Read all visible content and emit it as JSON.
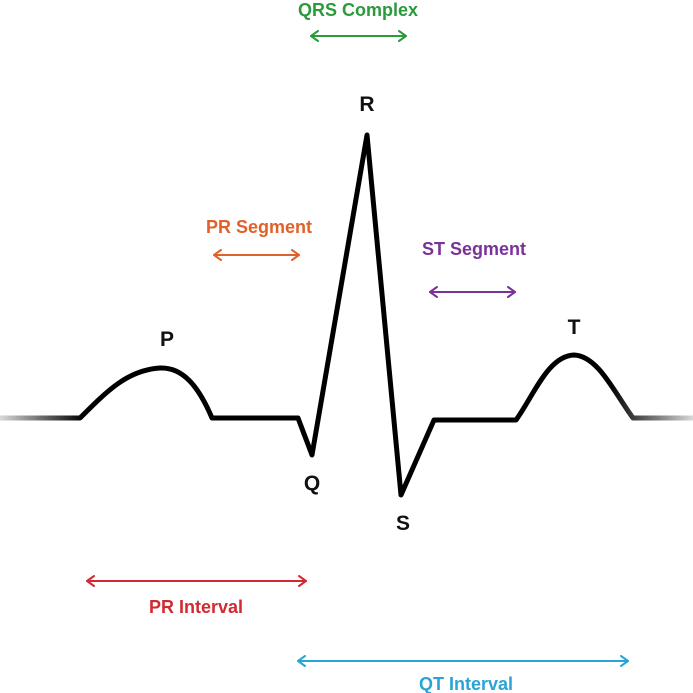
{
  "colors": {
    "trace": "#000000",
    "qrs_complex": "#2a9a3c",
    "pr_segment": "#e0622a",
    "st_segment": "#7a3199",
    "pr_interval": "#d12a32",
    "qt_interval": "#2aa3d6"
  },
  "waves": {
    "p": "P",
    "q": "Q",
    "r": "R",
    "s": "S",
    "t": "T"
  },
  "spans": {
    "qrs_complex": "QRS Complex",
    "pr_segment": "PR Segment",
    "st_segment": "ST Segment",
    "pr_interval": "PR Interval",
    "qt_interval": "QT Interval"
  }
}
